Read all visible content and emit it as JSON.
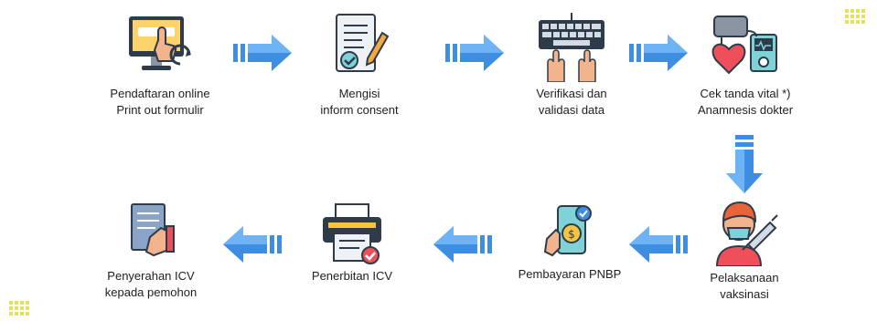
{
  "steps": [
    {
      "line1": "Pendaftaran online",
      "line2": "Print out formulir",
      "icon": "registration-computer-icon"
    },
    {
      "line1": "Mengisi",
      "line2": "inform consent",
      "icon": "consent-form-icon"
    },
    {
      "line1": "Verifikasi dan",
      "line2": "validasi data",
      "icon": "keyboard-typing-icon"
    },
    {
      "line1": "Cek tanda vital *)",
      "line2": "Anamnesis dokter",
      "icon": "vital-signs-monitor-icon"
    },
    {
      "line1": "Pelaksanaan",
      "line2": "vaksinasi",
      "icon": "vaccination-icon"
    },
    {
      "line1": "Pembayaran PNBP",
      "line2": "",
      "icon": "mobile-payment-icon"
    },
    {
      "line1": "Penerbitan ICV",
      "line2": "",
      "icon": "printer-icon"
    },
    {
      "line1": "Penyerahan ICV",
      "line2": "kepada pemohon",
      "icon": "document-handover-icon"
    }
  ],
  "colors": {
    "arrow": "#3d8ee0",
    "arrow_light": "#6db3f5",
    "dots": "#e6e15a",
    "skin": "#f2b48c",
    "dark": "#2e3b4b"
  }
}
